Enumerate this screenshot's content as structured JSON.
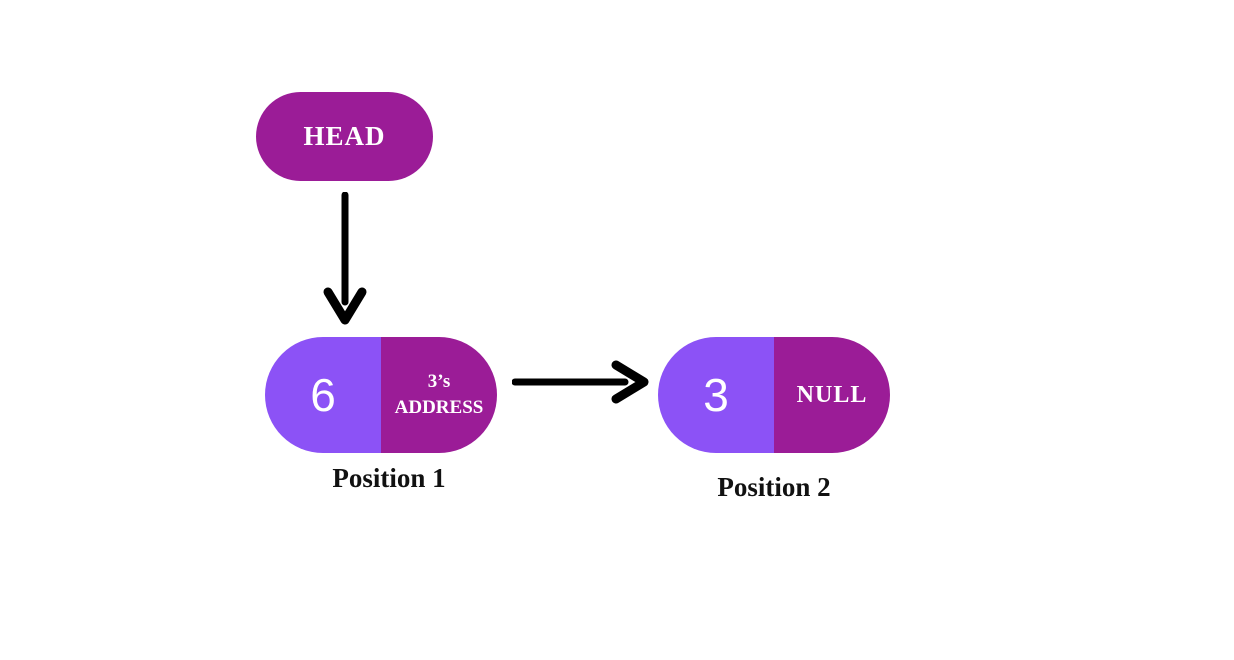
{
  "diagram": {
    "title_hint": "singly linked list",
    "head_label": "HEAD",
    "nodes": [
      {
        "value": "6",
        "pointer": "3’s ADDRESS",
        "position_label": "Position 1"
      },
      {
        "value": "3",
        "pointer": "NULL",
        "position_label": "Position 2"
      }
    ],
    "colors": {
      "head_fill": "#9B1C97",
      "value_fill": "#8C52F6",
      "pointer_fill": "#9B1C97",
      "arrow_stroke": "#000000",
      "node_text": "#FFFFFF",
      "label_text": "#111111"
    }
  }
}
